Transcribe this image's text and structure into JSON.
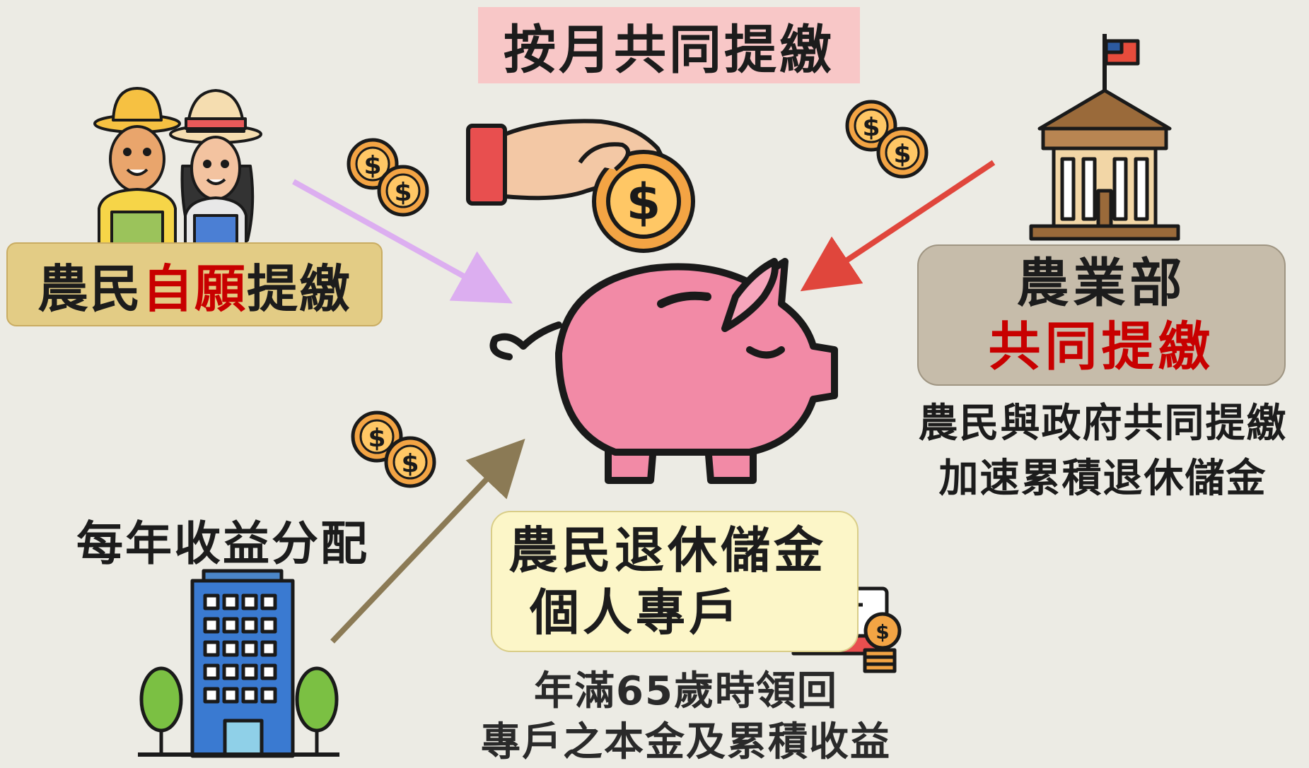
{
  "title": "按月共同提繳",
  "farmer": {
    "prefix": "農民",
    "highlight": "自願",
    "suffix": "提繳"
  },
  "moa": {
    "line1": "農業部",
    "line2": "共同提繳",
    "desc_line1": "農民與政府共同提繳",
    "desc_line2": "加速累積退休儲金"
  },
  "income": {
    "label": "每年收益分配"
  },
  "account": {
    "line1": "農民退休儲金",
    "line2": "個人專戶",
    "desc_line1": "年滿65歲時領回",
    "desc_line2": "專戶之本金及累積收益"
  },
  "colors": {
    "background": "#ecebe4",
    "title_box": "#f8c7c7",
    "farmer_box": "#e3cc85",
    "moa_box": "#c6bcaa",
    "account_box": "#fcf6c8",
    "highlight_red": "#c80000",
    "arrow_farmer": "#dcaef0",
    "arrow_moa": "#e0463c",
    "arrow_income": "#8b7a55",
    "piggy_pink": "#f28aa6",
    "coin_orange": "#f3a444"
  },
  "icons": [
    "farmers-icon",
    "government-building-icon",
    "hand-coin-icon",
    "piggy-bank-icon",
    "office-building-icon",
    "tree-icon",
    "bank-card-icon",
    "coin-icon"
  ]
}
